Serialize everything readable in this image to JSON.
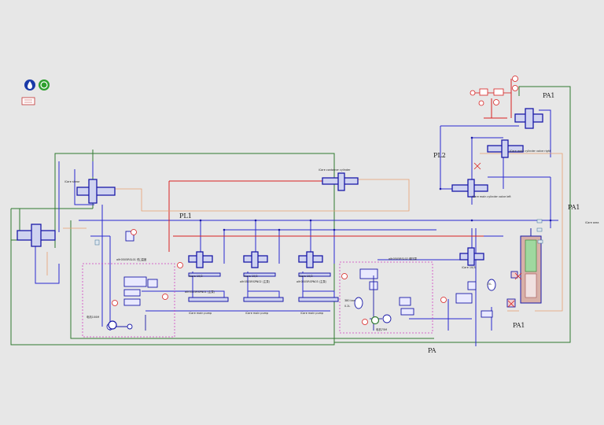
{
  "labels": {
    "pl1": "PL1",
    "pl2": "PL2",
    "pa": "PA",
    "pa1_top": "PA1",
    "pa1_right": "PA1",
    "pa1_bottom": "PA1"
  },
  "components": {
    "shear": "iCare shear",
    "container_cylinder": "iCare container cylinder",
    "main_cyl_right": "iCare main cylinder valve right",
    "main_cyl_left": "iCare main cylinder valve left",
    "area": "iCare area",
    "station_1": "alfr0505RSL01 低\u0000温度",
    "main_pump_1": "iCare main pump",
    "main_pump_2": "iCare main pump",
    "main_pump_3": "iCare main pump",
    "motor_1": "电机100M",
    "pump_group_1": "alfr0505RSPN01 (主泵)",
    "pump_group_2": "alfr0505RSPN02 (主泵)",
    "pump_group_3": "alfr0505RSPN03 (主泵)",
    "station_2": "alfr0505RSL02 增压泵",
    "motor_2": "电机75M",
    "pressure_1": "380 bar",
    "pressure_2": "0.2L",
    "valve_1": "iCare 10/3",
    "valve_2": "iCare 10/3",
    "valve_3": "iCare 10/3",
    "valve_4": "iCare 10/3",
    "accum": "15L"
  },
  "colors": {
    "blue": "#2a2ad0",
    "dark_blue": "#1a1aa8",
    "green": "#2f7a2f",
    "red": "#d82020",
    "orange": "#e8a070",
    "magenta": "#d040c0",
    "label_red": "#c03030"
  },
  "icons": {
    "water_drop": "water-drop-icon",
    "recycle": "recycle-icon",
    "note": "note-icon"
  }
}
